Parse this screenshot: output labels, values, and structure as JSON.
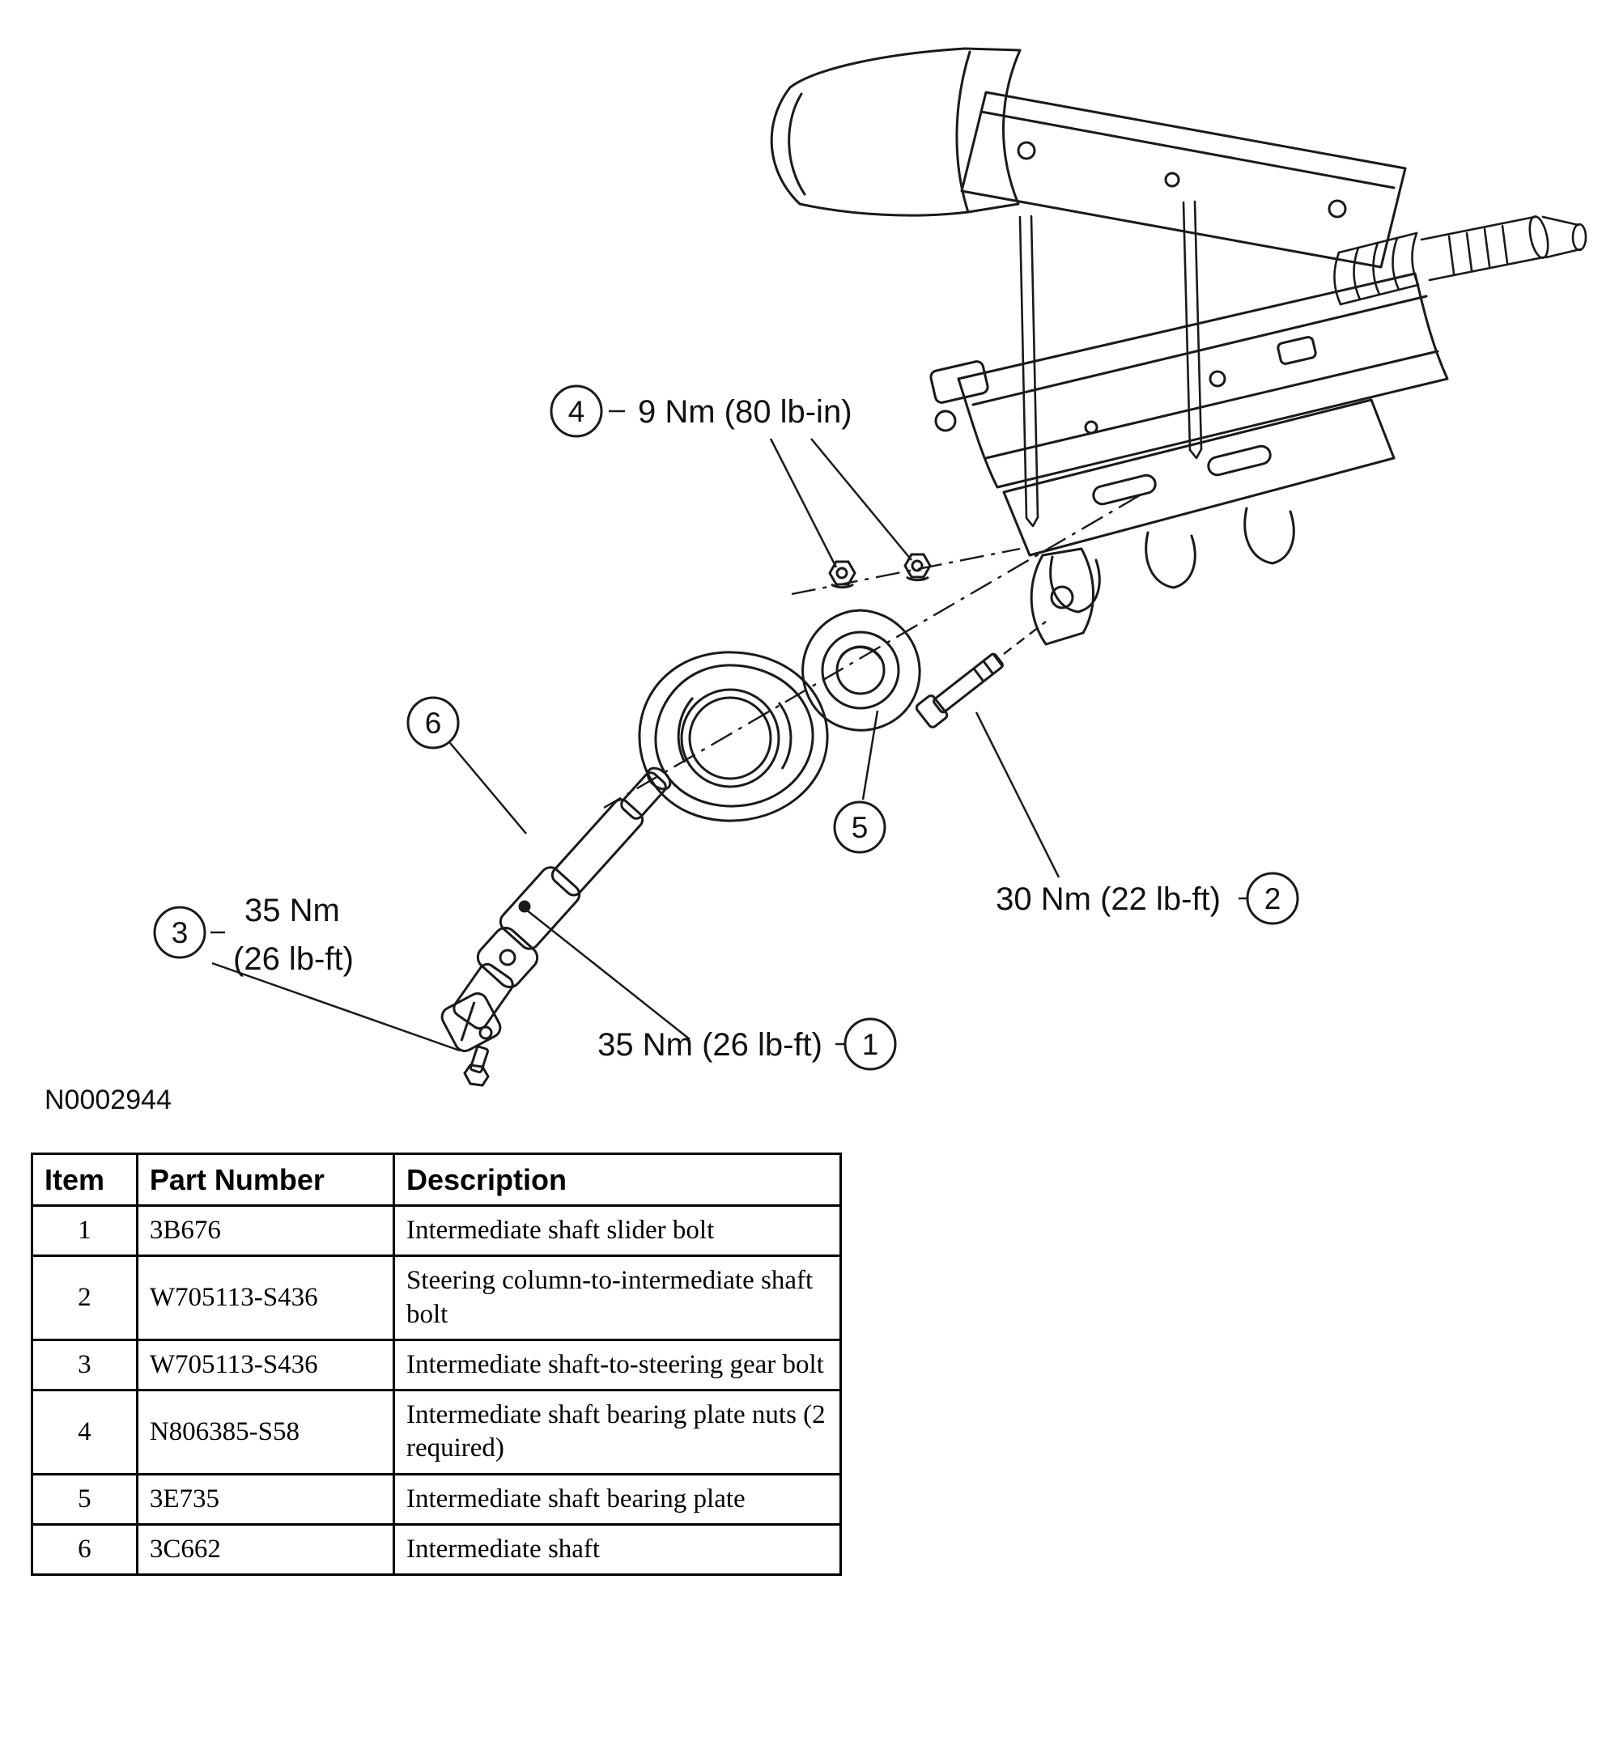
{
  "figure": {
    "id_label": "N0002944",
    "callouts": {
      "c1": {
        "num": "1",
        "label": "35 Nm (26 lb-ft)"
      },
      "c2": {
        "num": "2",
        "label": "30 Nm (22 lb-ft)"
      },
      "c3": {
        "num": "3",
        "label_line1": "35 Nm",
        "label_line2": "(26 lb-ft)"
      },
      "c4": {
        "num": "4",
        "label": "9 Nm (80 lb-in)"
      },
      "c5": {
        "num": "5"
      },
      "c6": {
        "num": "6"
      }
    }
  },
  "table": {
    "headers": {
      "item": "Item",
      "part": "Part Number",
      "desc": "Description"
    },
    "rows": [
      {
        "item": "1",
        "part": "3B676",
        "desc": "Intermediate shaft slider bolt"
      },
      {
        "item": "2",
        "part": "W705113-S436",
        "desc": "Steering column-to-intermediate shaft bolt"
      },
      {
        "item": "3",
        "part": "W705113-S436",
        "desc": "Intermediate shaft-to-steering gear bolt"
      },
      {
        "item": "4",
        "part": "N806385-S58",
        "desc": "Intermediate shaft bearing plate nuts (2 required)"
      },
      {
        "item": "5",
        "part": "3E735",
        "desc": "Intermediate shaft bearing plate"
      },
      {
        "item": "6",
        "part": "3C662",
        "desc": "Intermediate shaft"
      }
    ]
  }
}
